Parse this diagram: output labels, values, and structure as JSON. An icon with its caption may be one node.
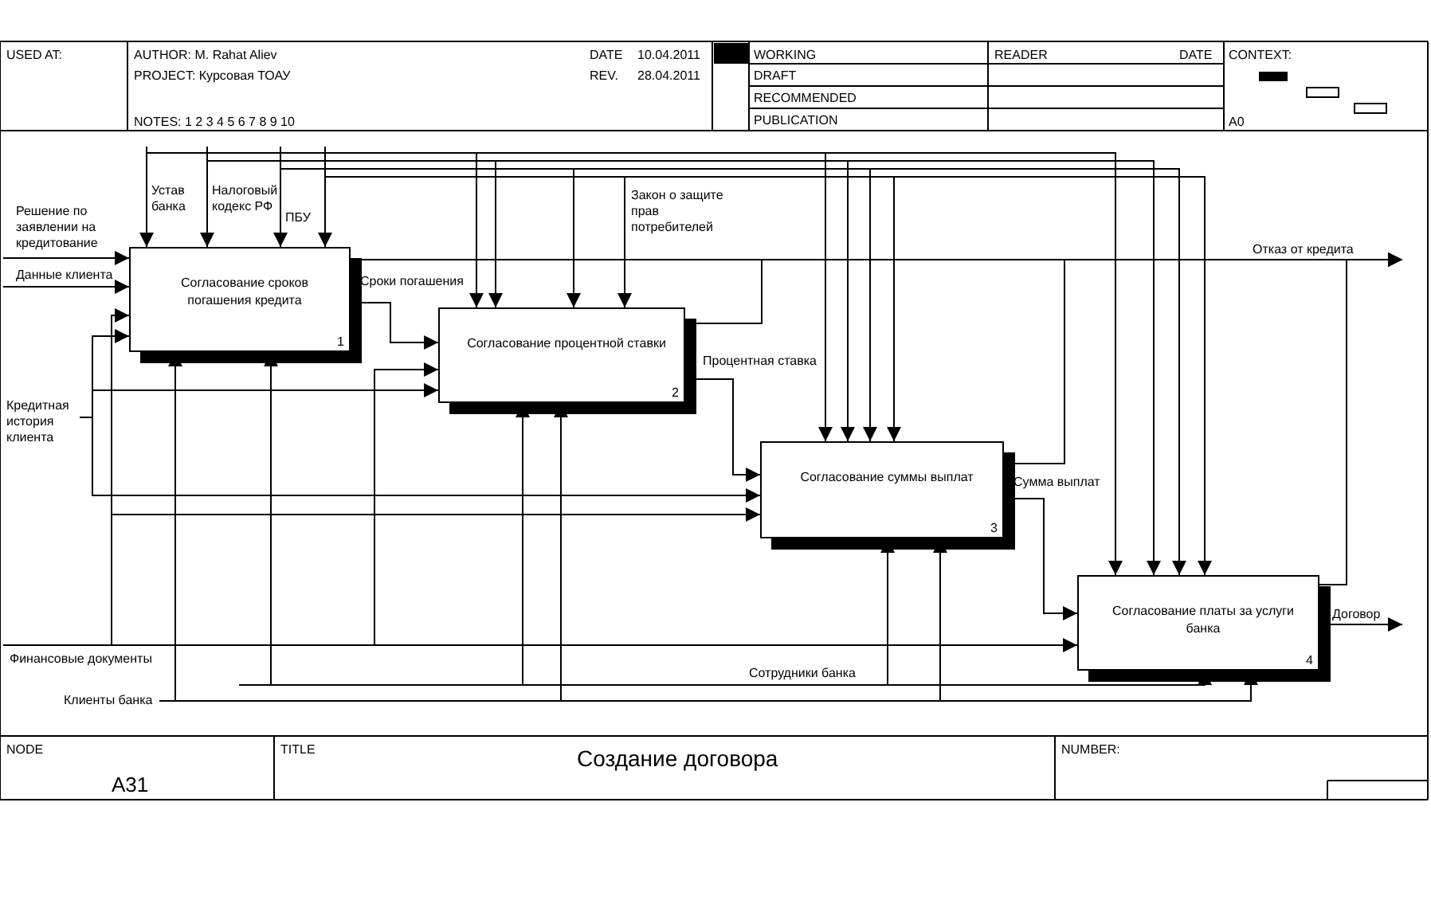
{
  "diagram": {
    "title": "Создание договора",
    "nodes": [
      {
        "text": [
          "Согласование сроков погашения кредита",
          "1"
        ]
      },
      {
        "text": [
          "Согласование процентной ставки",
          "2"
        ]
      },
      {
        "text": [
          "Согласование суммы выплат",
          "3"
        ]
      },
      {
        "text": [
          "Согласование платы за услуги банка",
          "4"
        ]
      }
    ],
    "edges": [
      {
        "from": null,
        "to": 0,
        "arrow": "to",
        "label": "Решение по заявлении на кредитование"
      },
      {
        "from": null,
        "to": 0,
        "arrow": "to",
        "label": "Данные клиента"
      },
      {
        "from": null,
        "to": 0,
        "arrow": "to",
        "label": "Кредитная история клиента"
      },
      {
        "from": null,
        "to": 1,
        "arrow": "to"
      },
      {
        "from": null,
        "to": 2,
        "arrow": "to"
      },
      {
        "from": null,
        "to": 0,
        "arrow": "to",
        "label": "Финансовые документы"
      },
      {
        "from": null,
        "to": 1,
        "arrow": "to"
      },
      {
        "from": null,
        "to": 2,
        "arrow": "to"
      },
      {
        "from": null,
        "to": 3,
        "arrow": "to"
      },
      {
        "from": null,
        "to": 0,
        "arrow": "to",
        "label": "Устав банка"
      },
      {
        "from": null,
        "to": 1,
        "arrow": "to"
      },
      {
        "from": null,
        "to": 2,
        "arrow": "to"
      },
      {
        "from": null,
        "to": 3,
        "arrow": "to"
      },
      {
        "from": null,
        "to": 0,
        "arrow": "to",
        "label": "Налоговый кодекс РФ"
      },
      {
        "from": null,
        "to": 1,
        "arrow": "to"
      },
      {
        "from": null,
        "to": 2,
        "arrow": "to"
      },
      {
        "from": null,
        "to": 3,
        "arrow": "to"
      },
      {
        "from": null,
        "to": 0,
        "arrow": "to",
        "label": "ПБУ"
      },
      {
        "from": null,
        "to": 1,
        "arrow": "to"
      },
      {
        "from": null,
        "to": 2,
        "arrow": "to"
      },
      {
        "from": null,
        "to": 3,
        "arrow": "to"
      },
      {
        "from": null,
        "to": 0,
        "arrow": "to"
      },
      {
        "from": null,
        "to": 1,
        "arrow": "to",
        "label": "Закон о защите прав потребителей"
      },
      {
        "from": null,
        "to": 2,
        "arrow": "to"
      },
      {
        "from": null,
        "to": 3,
        "arrow": "to"
      },
      {
        "from": null,
        "to": 0,
        "arrow": "to",
        "label": "Клиенты банка"
      },
      {
        "from": null,
        "to": 1,
        "arrow": "to"
      },
      {
        "from": null,
        "to": 2,
        "arrow": "to"
      },
      {
        "from": null,
        "to": 3,
        "arrow": "to"
      },
      {
        "from": null,
        "to": 0,
        "arrow": "to"
      },
      {
        "from": null,
        "to": 1,
        "arrow": "to"
      },
      {
        "from": null,
        "to": 2,
        "arrow": "to",
        "label": "Сотрудники банка"
      },
      {
        "from": null,
        "to": 3,
        "arrow": "to"
      },
      {
        "from": 0,
        "to": 1,
        "arrow": "to",
        "label": "Сроки погашения"
      },
      {
        "from": 1,
        "to": 2,
        "arrow": "to",
        "label": "Процентная ставка"
      },
      {
        "from": 2,
        "to": 3,
        "arrow": "to",
        "label": "Сумма выплат"
      },
      {
        "from": 3,
        "to": null,
        "arrow": "to",
        "label": "Договор"
      },
      {
        "from": 0,
        "to": null,
        "arrow": "to",
        "label": "Отказ от кредита"
      },
      {
        "from": 1,
        "to": null,
        "arrow": "to"
      },
      {
        "from": 2,
        "to": null,
        "arrow": "to"
      },
      {
        "from": 3,
        "to": null,
        "arrow": "to"
      }
    ],
    "labels": [
      "USED AT:",
      "AUTHOR: M. Rahat Aliev",
      "PROJECT: Курсовая ТОАУ",
      "NOTES: 1 2 3 4 5 6 7 8 9 10",
      "DATE",
      "10.04.2011",
      "REV.",
      "28.04.2011",
      "WORKING",
      "DRAFT",
      "RECOMMENDED",
      "PUBLICATION",
      "READER",
      "DATE",
      "CONTEXT:",
      "A0",
      "NODE",
      "A31",
      "TITLE",
      "NUMBER:"
    ]
  }
}
